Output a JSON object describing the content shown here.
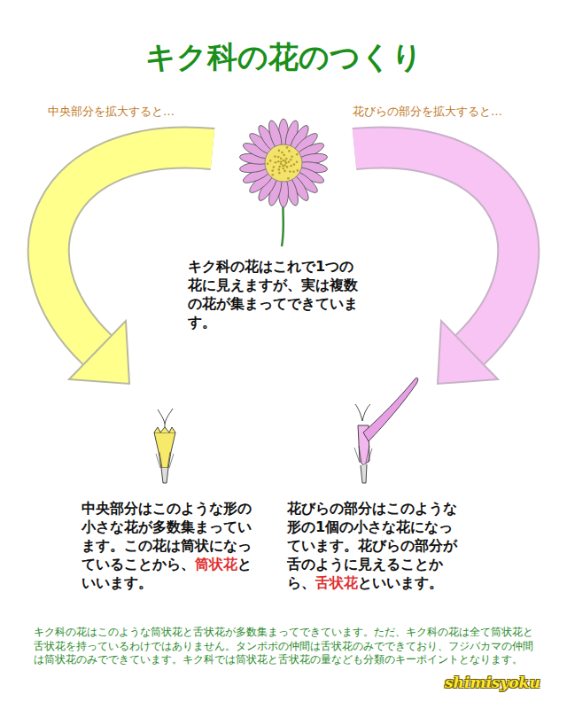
{
  "diagram": {
    "title": "キク科の花のつくり",
    "labels": [
      "中央部分を拡大すると…",
      "花びらの部分を拡大すると…",
      "キク科の花はこれで1つの花に見えますが、実は複数の花が集まってできています。",
      "中央部分はこのような形の小さな花が多数集まっています。この花は筒状になっていることから、",
      "筒状花",
      "といいます。",
      "花びらの部分はこのような形の1個の小さな花になっています。花びらの部分が舌のように見えることから、",
      "舌状花",
      "といいます。",
      "キク科の花はこのような筒状花と舌状花が多数集まってできています。ただ、キク科の花は全て筒状花と舌状花を持っているわけではありません。タンポポの仲間は舌状花のみでできており、フジバカマの仲間は筒状花のみでできています。キク科では筒状花と舌状花の量なども分類のキーポイントとなります。",
      "shimisyoku"
    ]
  }
}
